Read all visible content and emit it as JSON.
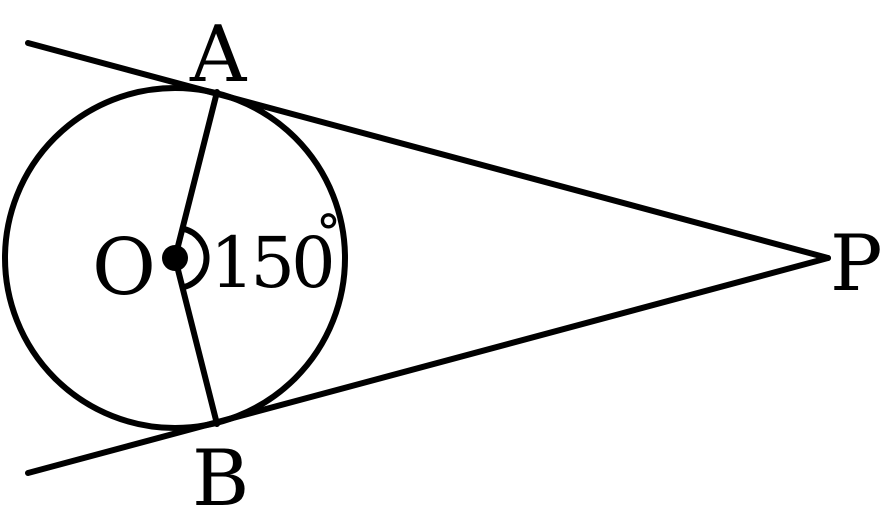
{
  "diagram": {
    "labels": {
      "point_a": "A",
      "point_b": "B",
      "point_o": "O",
      "point_p": "P",
      "angle_aob": "150",
      "degree_symbol": "°"
    },
    "colors": {
      "stroke": "#000000",
      "background": "#ffffff"
    }
  }
}
